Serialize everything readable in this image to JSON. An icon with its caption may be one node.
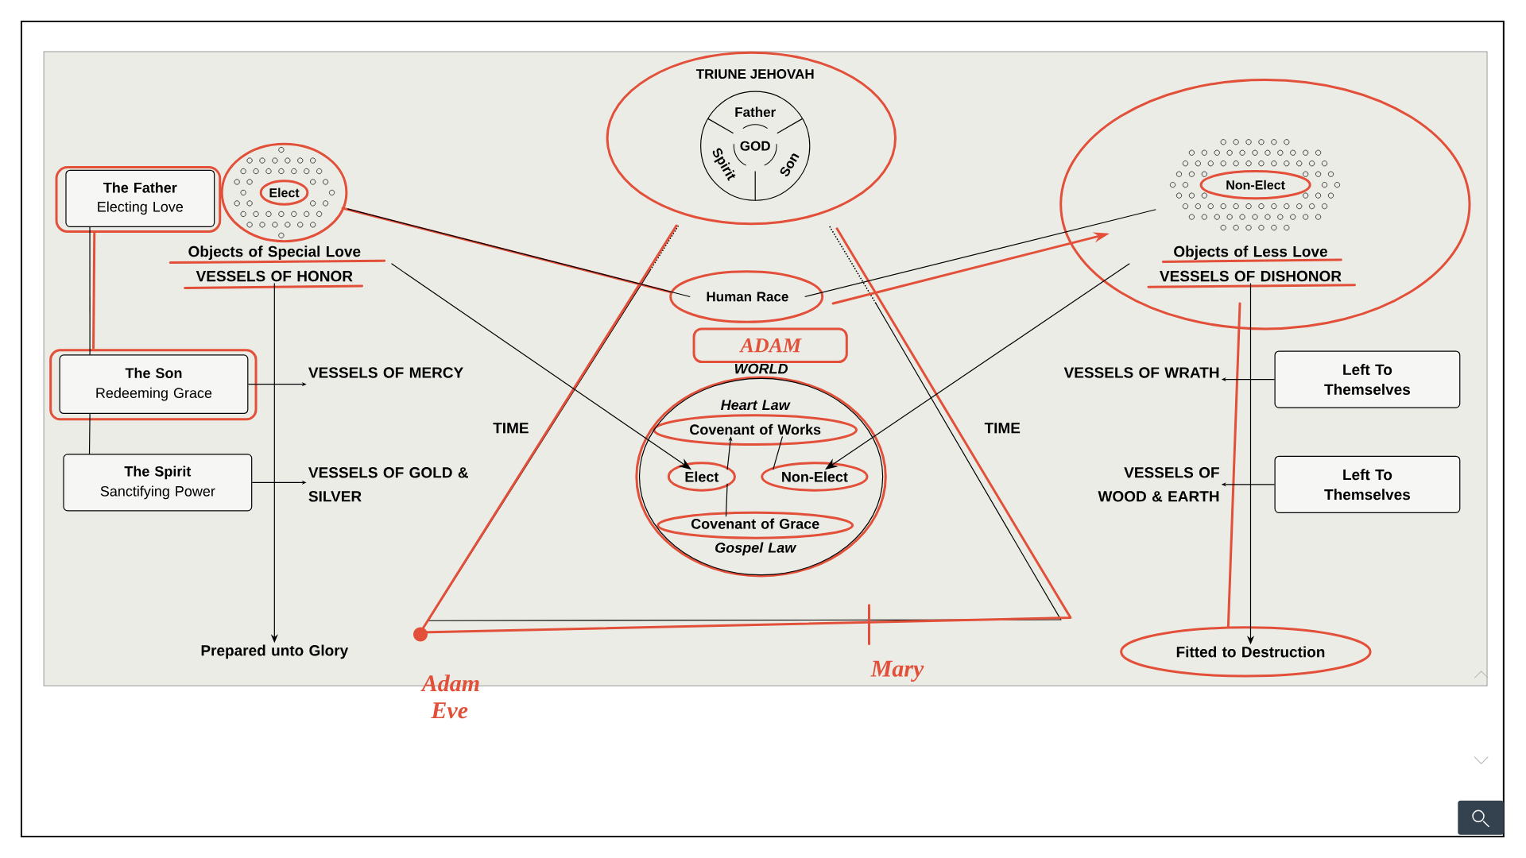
{
  "diagram": {
    "nodes": [
      {
        "text": [
          "The Father",
          "Electing Love"
        ]
      },
      {
        "text": [
          "Elect"
        ]
      },
      {
        "text": [
          "Objects of Special Love",
          "VESSELS OF HONOR"
        ]
      },
      {
        "text": [
          "TRIUNE JEHOVAH",
          "Father",
          "GOD",
          "Spirit",
          "Son"
        ]
      },
      {
        "text": [
          "Human Race"
        ]
      },
      {
        "text": [
          "Non-Elect"
        ]
      },
      {
        "text": [
          "Objects of Less Love",
          "VESSELS OF DISHONOR"
        ]
      },
      {
        "text": [
          "The Son",
          "Redeeming Grace"
        ]
      },
      {
        "text": [
          "VESSELS OF MERCY"
        ]
      },
      {
        "text": [
          "The Spirit",
          "Sanctifying Power"
        ]
      },
      {
        "text": [
          "VESSELS OF GOLD & SILVER"
        ]
      },
      {
        "text": [
          "WORLD"
        ]
      },
      {
        "text": [
          "Heart Law",
          "Covenant of Works"
        ],
        "in": 11
      },
      {
        "text": [
          "Elect"
        ],
        "in": 11
      },
      {
        "text": [
          "Non-Elect"
        ],
        "in": 11
      },
      {
        "text": [
          "Covenant of Grace",
          "Gospel Law"
        ],
        "in": 11
      },
      {
        "text": [
          "VESSELS OF WRATH"
        ]
      },
      {
        "text": [
          "Left To Themselves"
        ]
      },
      {
        "text": [
          "VESSELS OF WOOD & EARTH"
        ]
      },
      {
        "text": [
          "Left To Themselves"
        ]
      },
      {
        "text": [
          "Prepared unto Glory"
        ]
      },
      {
        "text": [
          "Fitted to Destruction"
        ]
      }
    ],
    "edges": [
      {
        "from": 0,
        "to": 7,
        "arrow": "none"
      },
      {
        "from": 7,
        "to": 9,
        "arrow": "none"
      },
      {
        "from": 7,
        "to": 8,
        "arrow": "to"
      },
      {
        "from": 9,
        "to": 10,
        "arrow": "to"
      },
      {
        "from": 2,
        "to": 20,
        "arrow": "to"
      },
      {
        "from": 4,
        "to": 1,
        "arrow": "none"
      },
      {
        "from": 4,
        "to": 5,
        "arrow": "none"
      },
      {
        "from": 2,
        "to": 13,
        "arrow": "to"
      },
      {
        "from": 6,
        "to": 14,
        "arrow": "to"
      },
      {
        "from": 13,
        "to": 12,
        "arrow": "to"
      },
      {
        "from": 12,
        "to": 14,
        "arrow": "none"
      },
      {
        "from": 13,
        "to": 15,
        "arrow": "none"
      },
      {
        "from": 6,
        "to": 21,
        "arrow": "to"
      },
      {
        "from": 17,
        "to": 16,
        "arrow": "to"
      },
      {
        "from": 19,
        "to": 18,
        "arrow": "to"
      }
    ],
    "labels": [
      "ADAM",
      "TIME",
      "TIME",
      "Adam Eve",
      "Mary"
    ]
  }
}
